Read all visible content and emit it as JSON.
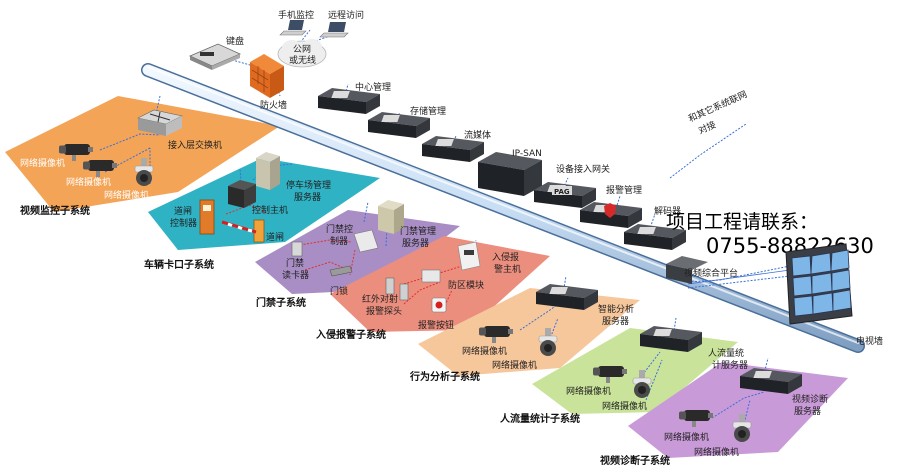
{
  "colors": {
    "backbone": "#cfe3f7",
    "backbone_stroke": "#4a6f9a",
    "link_blue": "#3b6fd8",
    "link_red": "#e03030",
    "video_monitor": "#f4a456",
    "parking": "#2fb2c4",
    "access": "#a88ec4",
    "alarm": "#ec8e7e",
    "behavior": "#f7c79c",
    "people_count": "#c9e39a",
    "diagnosis": "#c99ad8"
  },
  "top": {
    "keyboard": "键盘",
    "mobile_monitor": "手机监控",
    "remote_access": "远程访问",
    "public_net_l1": "公网",
    "public_net_l2": "或无线",
    "firewall": "防火墙"
  },
  "servers": {
    "center": "中心管理",
    "storage": "存储管理",
    "stream": "流媒体",
    "ipsan": "IP-SAN",
    "gateway": "设备接入网关",
    "gateway_badge": "PAG",
    "alarm_mgmt": "报警管理",
    "decoder": "解码器"
  },
  "other_systems": {
    "line1": "和其它系统联网",
    "line2": "对接"
  },
  "contact": {
    "line1": "项目工程请联系：",
    "line2": "0755-88822630"
  },
  "video_wall": {
    "platform": "视频综合平台",
    "wall": "电视墙"
  },
  "video_monitor": {
    "switch": "接入层交换机",
    "cam1": "网络摄像机",
    "cam2": "网络摄像机",
    "cam3": "网络摄像机",
    "title": "视频监控子系统"
  },
  "parking": {
    "server_l1": "停车场管理",
    "server_l2": "服务器",
    "host": "控制主机",
    "gate_l1": "道闸",
    "gate_l2": "控制器",
    "barrier": "道闸",
    "title": "车辆卡口子系统"
  },
  "access": {
    "ctrl_l1": "门禁控",
    "ctrl_l2": "制器",
    "server_l1": "门禁管理",
    "server_l2": "服务器",
    "reader_l1": "门禁",
    "reader_l2": "读卡器",
    "lock": "门锁",
    "title": "门禁子系统"
  },
  "alarm": {
    "host_l1": "入侵报",
    "host_l2": "警主机",
    "module": "防区模块",
    "ir_l1": "红外对射",
    "ir_l2": "报警探头",
    "button": "报警按钮",
    "title": "入侵报警子系统"
  },
  "behavior": {
    "server_l1": "智能分析",
    "server_l2": "服务器",
    "cam1": "网络摄像机",
    "cam2": "网络摄像机",
    "title": "行为分析子系统"
  },
  "people_count": {
    "server_l1": "人流量统",
    "server_l2": "计服务器",
    "cam1": "网络摄像机",
    "cam2": "网络摄像机",
    "title": "人流量统计子系统"
  },
  "diagnosis": {
    "server_l1": "视频诊断",
    "server_l2": "服务器",
    "cam1": "网络摄像机",
    "cam2": "网络摄像机",
    "title": "视频诊断子系统"
  }
}
